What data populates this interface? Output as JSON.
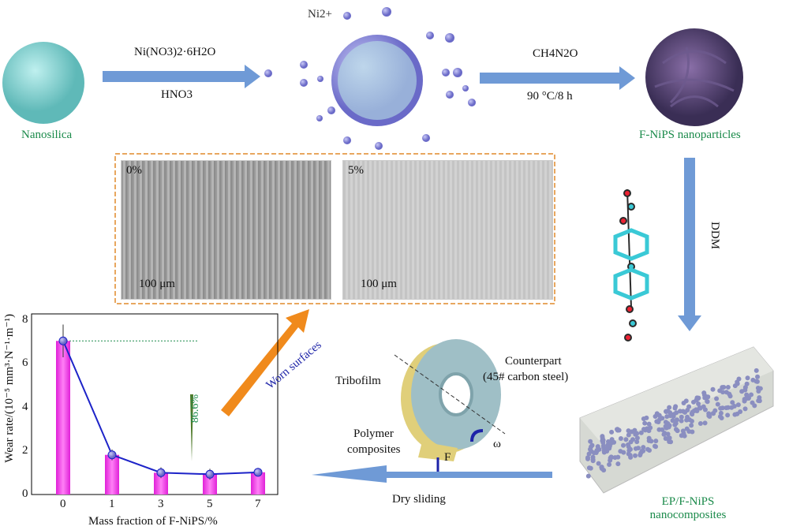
{
  "labels": {
    "nanosilica": "Nanosilica",
    "reagent1": "Ni(NO3)2·6H2O",
    "reagent2": "HNO3",
    "ion": "Ni2+",
    "reagent3": "CH4N2O",
    "condition": "90 °C/8 h",
    "product": "F-NiPS nanoparticles",
    "ddm": "DDM",
    "composite": "EP/F-NiPS nanocomposites",
    "dry": "Dry sliding",
    "tribofilm": "Tribofilm",
    "counterpart1": "Counterpart",
    "counterpart2": "(45# carbon steel)",
    "polymer1": "Polymer",
    "polymer2": "composites",
    "force": "F",
    "omega": "ω",
    "worn": "Worn surfaces"
  },
  "sem": [
    {
      "label": "0%",
      "scale": "100 μm"
    },
    {
      "label": "5%",
      "scale": "100 μm"
    }
  ],
  "colors": {
    "arrow": "#6f9ad6",
    "bar": "#ff3df0",
    "line": "#1d23c8",
    "green": "#1a8a4a",
    "orange": "#f08a1c"
  },
  "chart_data": {
    "type": "bar",
    "categories": [
      "0",
      "1",
      "3",
      "5",
      "7"
    ],
    "values": [
      7.05,
      1.82,
      1.0,
      0.93,
      1.02
    ],
    "errors": [
      0.75,
      0.25,
      0.25,
      0.25,
      0.2
    ],
    "ylabel": "Wear rate/(10⁻⁵ mm³·N⁻¹·m⁻¹)",
    "xlabel": "Mass fraction of F-NiPS/%",
    "ylim": [
      0,
      8
    ],
    "yticks": [
      "0",
      "2",
      "4",
      "6",
      "8"
    ],
    "annotation": "86.6%"
  }
}
